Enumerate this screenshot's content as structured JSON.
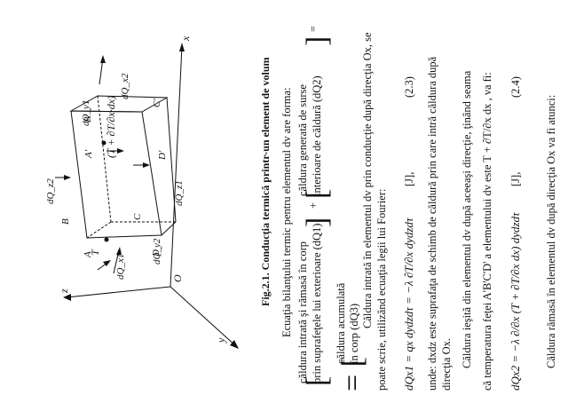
{
  "figure": {
    "axis_x": "x",
    "axis_y": "y",
    "axis_z": "z",
    "origin": "O",
    "vertices": [
      "B'",
      "C'",
      "D'",
      "A'",
      "B",
      "C",
      "A",
      "D"
    ],
    "labels": {
      "dQy1": "dQ_y1",
      "t_expr": "(T + ∂T/∂x·dx)",
      "dQx2": "dQ_x2",
      "dQz2": "dQ_z2",
      "dQz1": "dQ_z1",
      "T": "T",
      "dQx1": "dQ_x1",
      "dQy2": "dQ_y2"
    }
  },
  "text": {
    "caption": "Fig.2.1. Conducţia termică printr-un element de volum",
    "l01": "Ecuaţia bilanţului termic pentru elementul dv are forma:",
    "t1a": "căldura intrată şi rămasă în corp",
    "t1b": "prin suprafeţele lui exterioare (dQ1)",
    "t2a": "căldura generată de surse",
    "t2b": "interioare de căldură (dQ2)",
    "t3a": "căldura acumulată",
    "t3b": "în corp (dQ3)",
    "bracket_open": "[",
    "bracket_close": "]",
    "eq_bracket": "= [",
    "plus": "+",
    "equals": "=",
    "l02": "Căldura intrată în elementul dv prin conducţie după direcţia Ox, se",
    "l03": "poate scrie, utilizând ecuaţia legii lui Fourier:",
    "eq23": "dQx1 = qx dydzdτ = −λ ∂T/∂x dydzdτ",
    "unit": "[J],",
    "num23": "(2.3)",
    "l04": "unde: dxdz este suprafaţa de schimb de căldură prin care intră căldura după",
    "l05": "direcţia Ox.",
    "l06": "Căldura ieşită din elementul dv după aceeaşi direcţie, ţinând seama",
    "l07": "că temperatura feţei A'B'C'D' a elementului dv este T + ∂T/∂x dx , va fi:",
    "eq24": "dQx2 = −λ ∂/∂x (T + ∂T/∂x dx) dydzdτ",
    "num24": "(2.4)",
    "l08": "Căldura rămasă în elementul dv după direcţia Ox va fi atunci:"
  }
}
